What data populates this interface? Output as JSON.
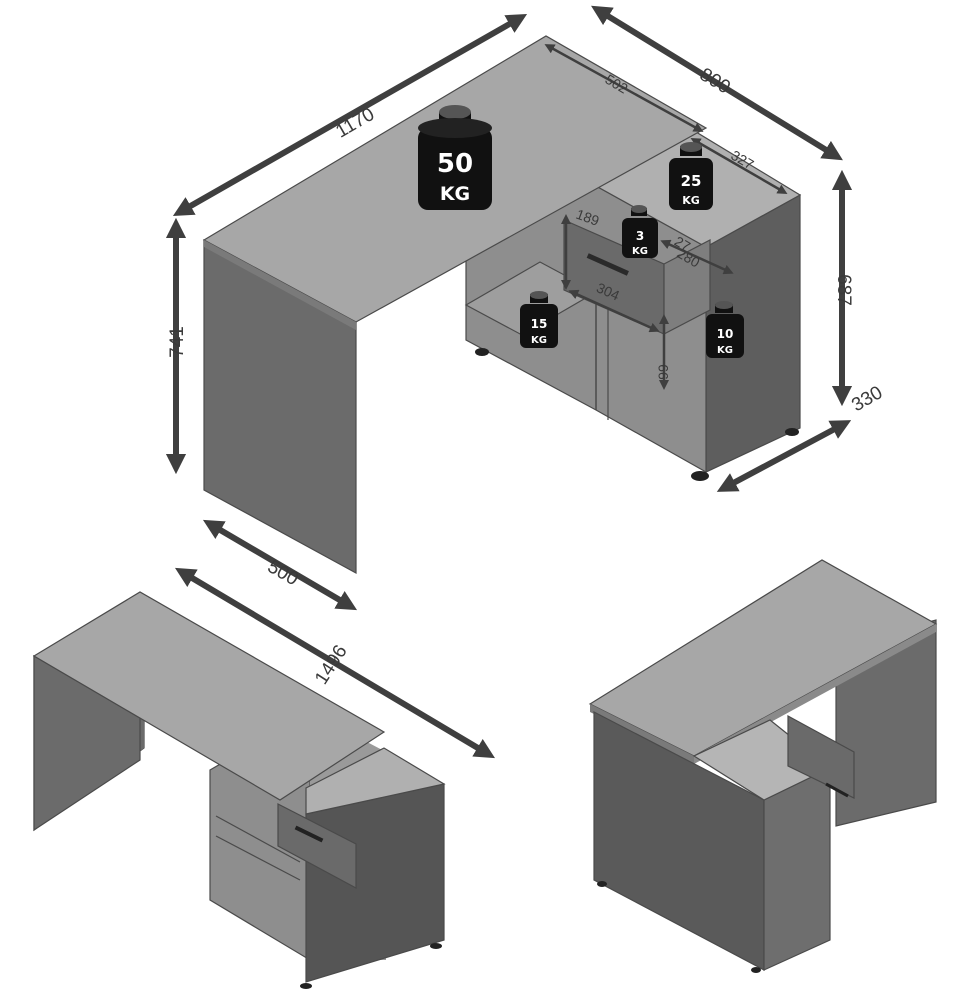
{
  "colors": {
    "top_surface": "#a7a7a7",
    "side_panel": "#6b6b6b",
    "front_panel": "#5a5a5a",
    "interior": "#8e8e8e",
    "edge": "#4a4a4a",
    "weight_icon": "#111111",
    "arrow": "#3f3f3f"
  },
  "dimensions": {
    "total_width": "1170",
    "depth_right": "800",
    "top_depth": "502",
    "cabinet_width": "327",
    "height": "741",
    "cabinet_height": "687",
    "cabinet_depth": "330",
    "leg_depth": "500",
    "drawer_depth": "189",
    "drawer_width": "304",
    "drawer_inner_1": "27",
    "drawer_inner_2": "280",
    "shelf_gap": "99",
    "extended_length": "1496"
  },
  "weights": {
    "desktop": {
      "value": "50",
      "unit": "KG",
      "icon": "weight-icon"
    },
    "cabinet_top": {
      "value": "25",
      "unit": "KG",
      "icon": "weight-icon"
    },
    "drawer": {
      "value": "3",
      "unit": "KG",
      "icon": "weight-icon"
    },
    "shelf_open": {
      "value": "15",
      "unit": "KG",
      "icon": "weight-icon"
    },
    "shelf_closed": {
      "value": "10",
      "unit": "KG",
      "icon": "weight-icon"
    }
  }
}
